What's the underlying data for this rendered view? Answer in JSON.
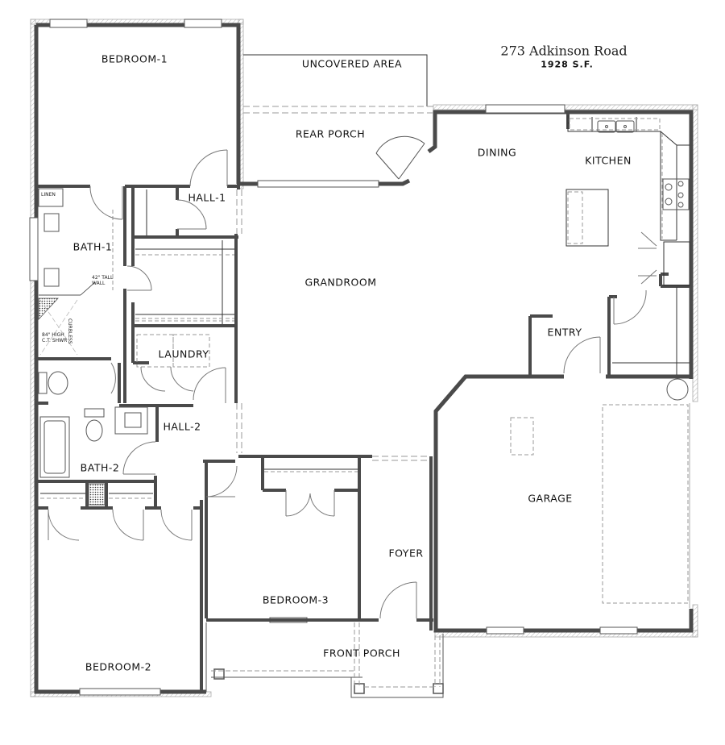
{
  "header": {
    "address": "273 Adkinson Road",
    "square_footage": "1928 S.F."
  },
  "rooms": {
    "bedroom_1": "BEDROOM-1",
    "uncovered_area": "UNCOVERED AREA",
    "rear_porch": "REAR PORCH",
    "dining": "DINING",
    "kitchen": "KITCHEN",
    "hall_1": "HALL-1",
    "bath_1": "BATH-1",
    "grandroom": "GRANDROOM",
    "laundry": "LAUNDRY",
    "entry": "ENTRY",
    "hall_2": "HALL-2",
    "bath_2": "BATH-2",
    "garage": "GARAGE",
    "foyer": "FOYER",
    "bedroom_3": "BEDROOM-3",
    "front_porch": "FRONT PORCH",
    "bedroom_2": "BEDROOM-2"
  },
  "annotations": {
    "linen": "LINEN",
    "tall_wall": "42\" TALL WALL",
    "shower": "84\" HIGH C.T. SHWR",
    "curbless": "CURBLESS"
  },
  "colors": {
    "wall": "#4a4a4a",
    "wall_fill": "#6e6e6e",
    "hatch": "#bdbdbd",
    "dashed": "#9a9a9a",
    "text": "#111111"
  }
}
